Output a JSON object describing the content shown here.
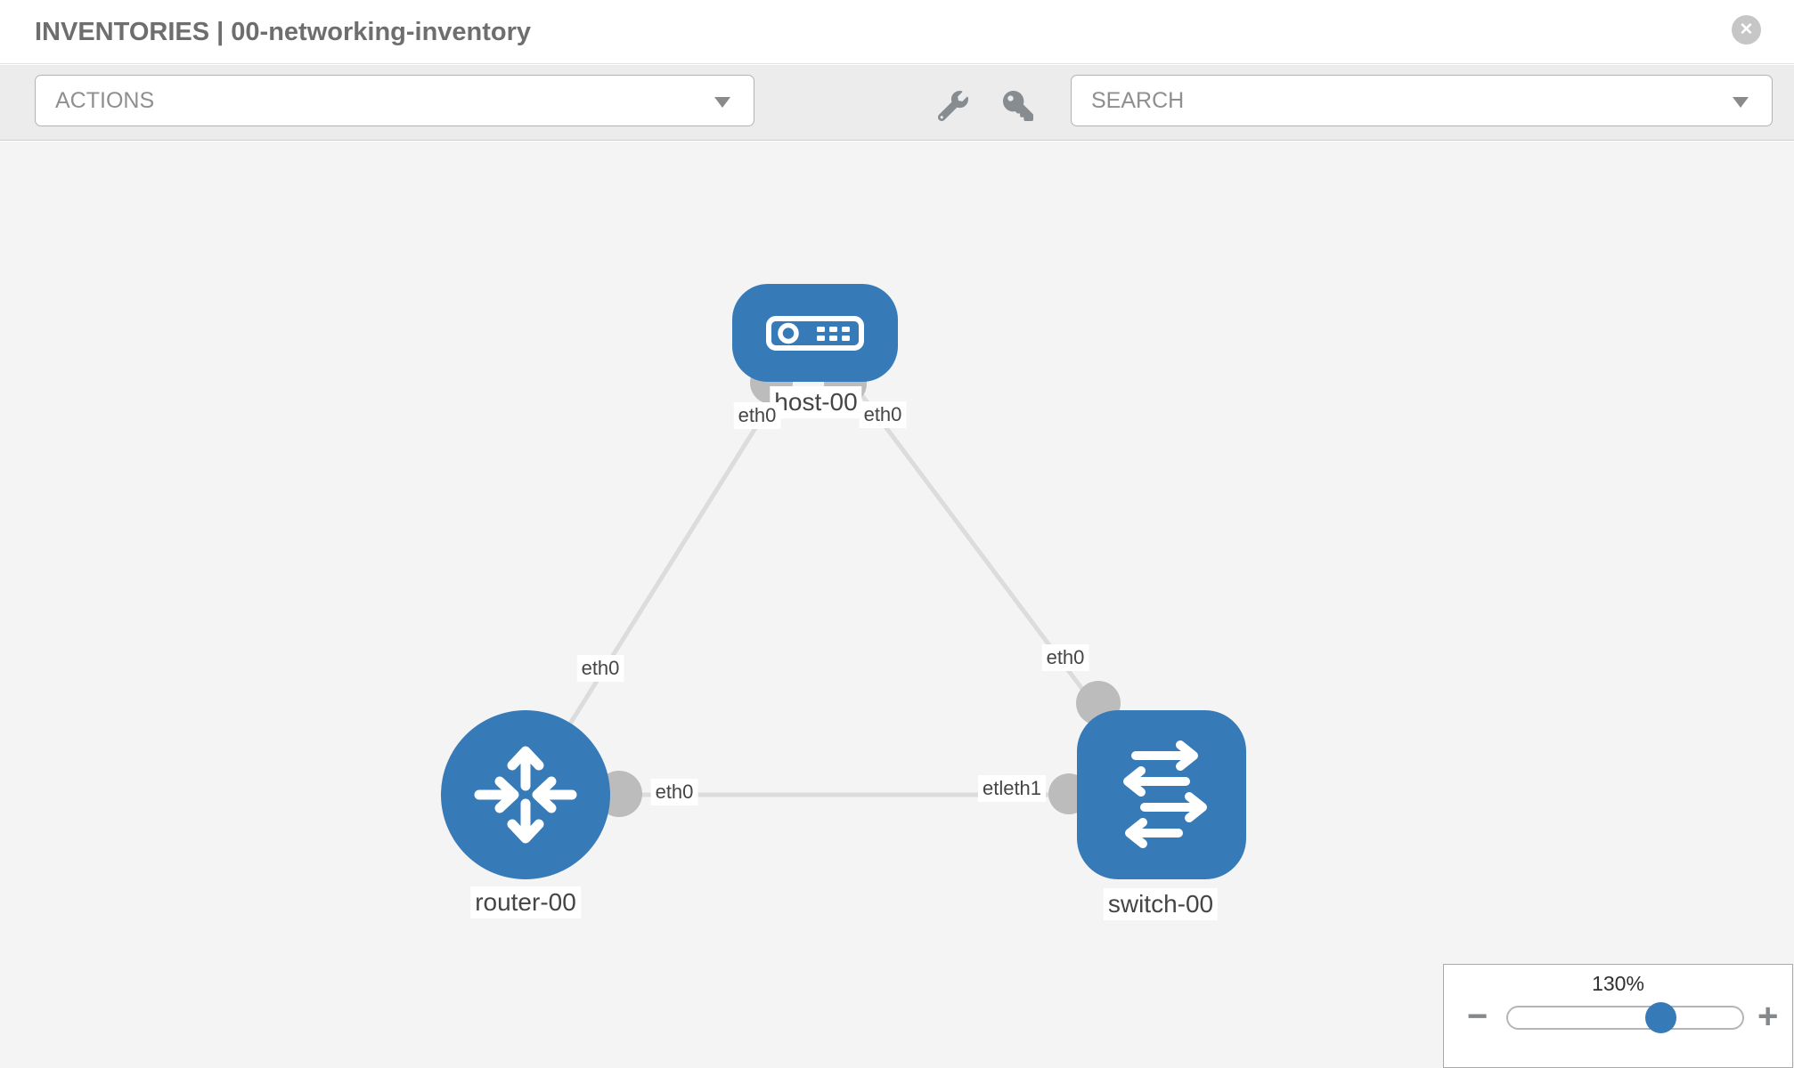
{
  "header": {
    "title": "INVENTORIES | 00-networking-inventory",
    "close_glyph": "✕"
  },
  "toolbar": {
    "actions": {
      "label": "ACTIONS"
    },
    "search": {
      "label": "SEARCH"
    },
    "icons": [
      "wrench-icon",
      "key-icon"
    ]
  },
  "topology": {
    "nodes": [
      {
        "label": "host-00",
        "type": "host"
      },
      {
        "label": "router-00",
        "type": "router"
      },
      {
        "label": "switch-00",
        "type": "switch"
      }
    ],
    "links": [
      {
        "from": "host-00",
        "to": "router-00",
        "from_label": "eth0",
        "to_label": "eth0"
      },
      {
        "from": "host-00",
        "to": "switch-00",
        "from_label": "eth0",
        "to_label": "eth0"
      },
      {
        "from": "router-00",
        "to": "switch-00",
        "from_label": "eth0",
        "to_label": "etleth1"
      }
    ]
  },
  "zoom_control": {
    "value": "130%",
    "percent": 130,
    "minus_glyph": "−",
    "plus_glyph": "+"
  },
  "colors": {
    "node_blue": "#377ab8",
    "link_gray": "#dcdcdc",
    "interface_gray": "#bcbcbc",
    "toolbar_gray": "#ececec",
    "canvas_gray": "#f4f4f4"
  }
}
